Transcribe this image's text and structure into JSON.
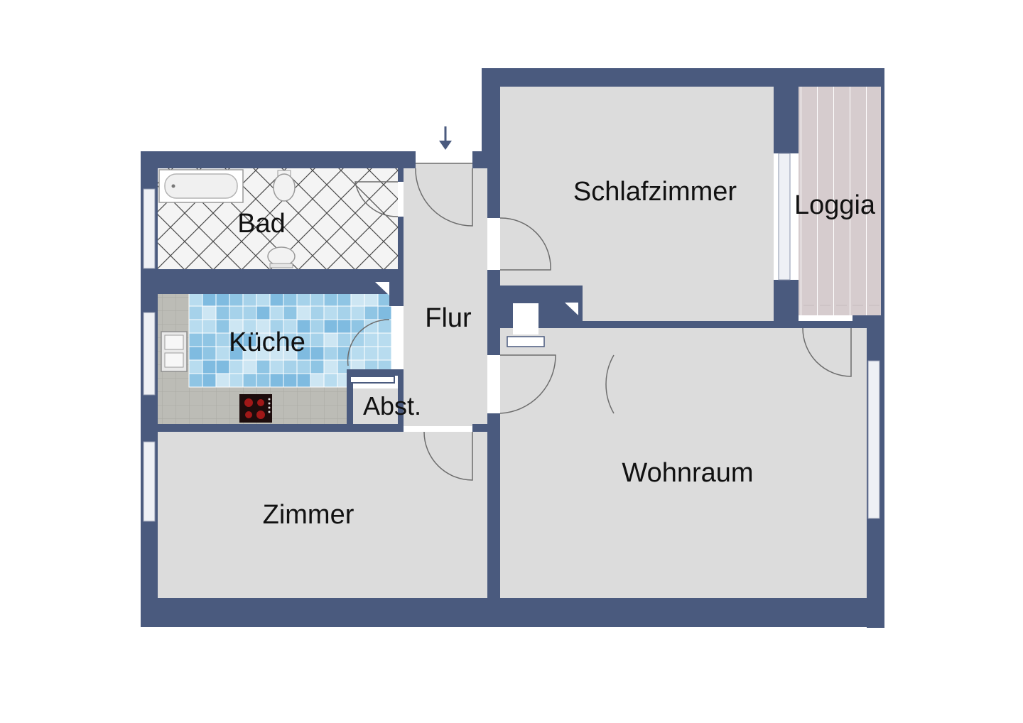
{
  "floorplan": {
    "rooms": {
      "bad": "Bad",
      "kueche": "Küche",
      "abst": "Abst.",
      "flur": "Flur",
      "schlafzimmer": "Schlafzimmer",
      "loggia": "Loggia",
      "wohnraum": "Wohnraum",
      "zimmer": "Zimmer"
    },
    "icons": {
      "entrance": "arrow-down-icon",
      "bathtub": "bathtub-icon",
      "toilet": "toilet-icon",
      "washbasin": "washbasin-icon",
      "sink": "kitchen-sink-icon",
      "stove": "stove-icon"
    },
    "colors": {
      "wall": "#4a5a7e",
      "floor": "#dcdcdc",
      "window": "#eef0f5",
      "loggia_deck": "#d6ccce",
      "kitchen_tile_a": "#8fc5e4",
      "kitchen_tile_b": "#b8dcef",
      "kitchen_counter": "#bcbcb6",
      "bath_floor": "#f4f4f4",
      "stove": "#1d0c0c",
      "stove_burner": "#a01818"
    }
  }
}
